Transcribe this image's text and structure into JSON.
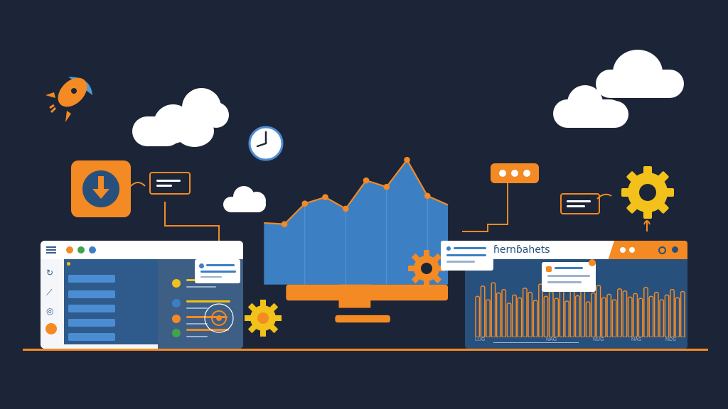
{
  "colors": {
    "background": "#1c2538",
    "orange": "#f48a23",
    "blue": "#3d7fc3",
    "dark_blue": "#28507c",
    "yellow": "#f2c21a",
    "white": "#ffffff",
    "green": "#3fa44b"
  },
  "right_panel": {
    "title": "ɦernɓahets",
    "more_icon": "more-dots-icon",
    "x_ticks": [
      "LUG",
      "NAG",
      "NUG",
      "NAS",
      "NDS"
    ]
  },
  "icons": {
    "rocket": "rocket-icon",
    "clock": "clock-icon",
    "download": "download-icon",
    "gear": "gear-icon",
    "chat": "chat-bubble-icon"
  },
  "hero_chart": {
    "type": "area",
    "values": [
      48,
      47,
      63,
      68,
      59,
      81,
      76,
      97,
      69,
      62
    ]
  },
  "bottom_chart": {
    "type": "bar",
    "values": [
      60,
      75,
      55,
      80,
      65,
      70,
      50,
      62,
      58,
      72,
      66,
      54,
      78,
      60,
      67,
      57,
      69,
      53,
      74,
      61,
      70,
      52,
      65,
      76,
      58,
      63,
      55,
      71,
      68,
      59,
      64,
      57,
      73,
      60,
      66,
      55,
      62,
      70,
      58,
      67
    ]
  }
}
